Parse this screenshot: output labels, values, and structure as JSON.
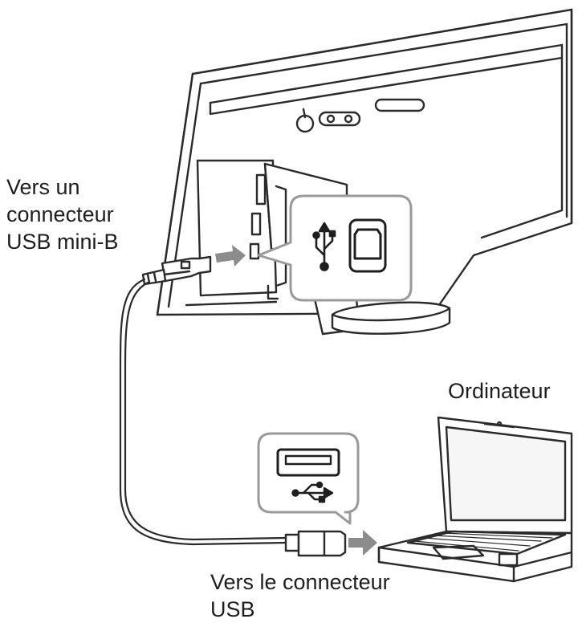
{
  "labels": {
    "frame_connector": [
      "Vers un",
      "connecteur",
      "USB mini-B"
    ],
    "computer": "Ordinateur",
    "computer_connector": [
      "Vers le connecteur",
      "USB"
    ]
  },
  "icons": {
    "frame_port": "usb-mini-b-port-icon",
    "computer_port": "usb-a-port-icon",
    "usb_symbol": "usb-symbol-icon"
  },
  "colors": {
    "line": "#2a2a2a",
    "callout_border": "#9a9a9a",
    "arrow": "#8c8c8c",
    "frame_fill": "#ffffff",
    "laptop_screen": "#f6f6f6"
  }
}
